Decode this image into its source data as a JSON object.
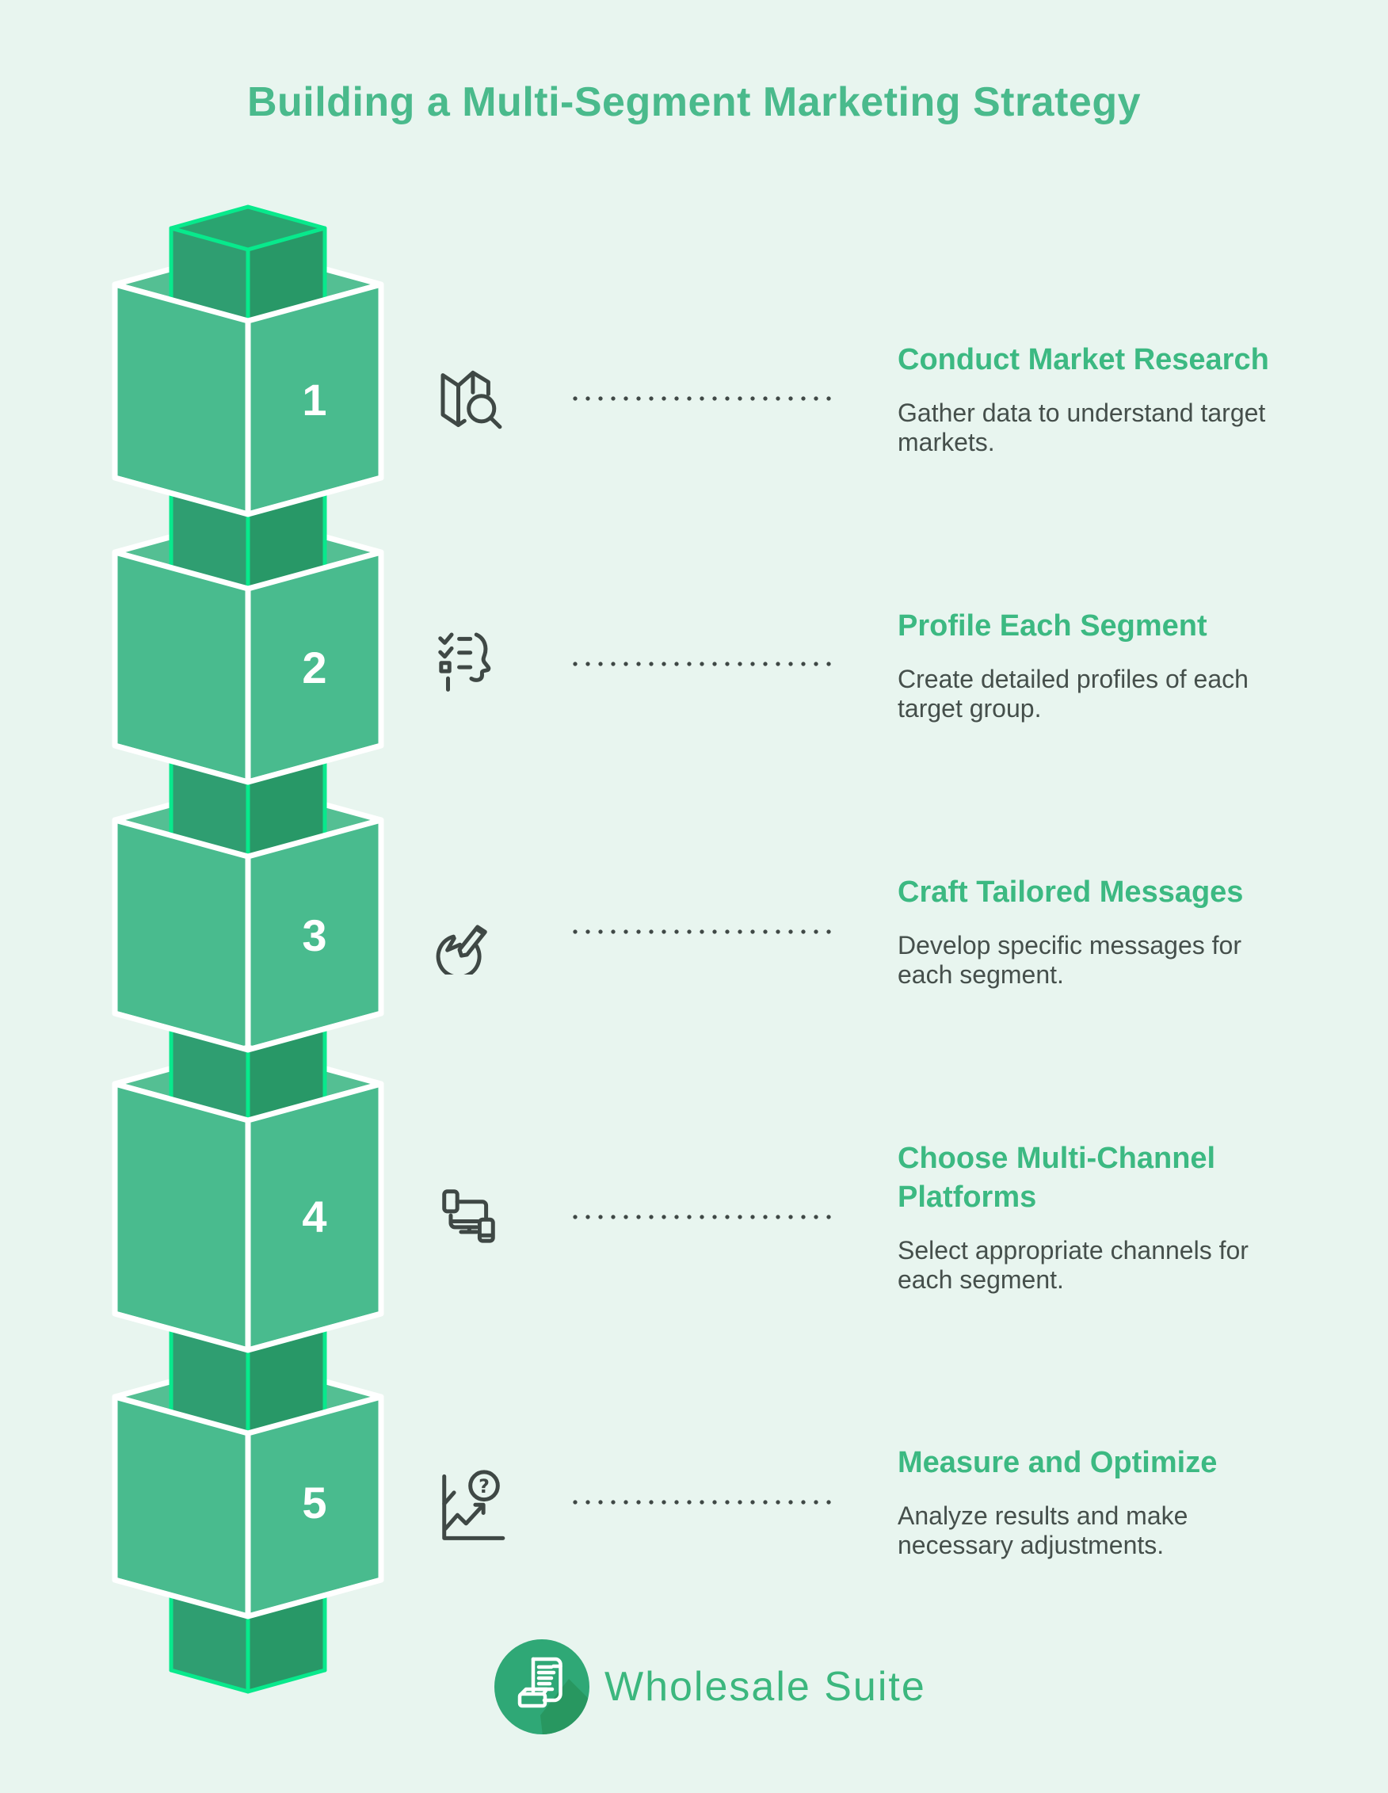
{
  "title": "Building a Multi-Segment Marketing Strategy",
  "steps": [
    {
      "num": "1",
      "title": [
        "Conduct Market Research"
      ],
      "desc": [
        "Gather data to understand target",
        "markets."
      ],
      "icon": "map-search-icon"
    },
    {
      "num": "2",
      "title": [
        "Profile Each Segment"
      ],
      "desc": [
        "Create detailed profiles of each",
        "target group."
      ],
      "icon": "segment-profile-icon"
    },
    {
      "num": "3",
      "title": [
        "Craft Tailored Messages"
      ],
      "desc": [
        "Develop specific messages for",
        "each segment."
      ],
      "icon": "tailored-message-icon"
    },
    {
      "num": "4",
      "title": [
        "Choose Multi-Channel",
        "Platforms"
      ],
      "desc": [
        "Select appropriate channels for",
        "each segment."
      ],
      "icon": "multi-channel-icon"
    },
    {
      "num": "5",
      "title": [
        "Measure and Optimize"
      ],
      "desc": [
        "Analyze results and make",
        "necessary adjustments."
      ],
      "icon": "measure-optimize-icon"
    }
  ],
  "footer": {
    "brand": "Wholesale Suite"
  },
  "colors": {
    "background": "#e8f5ef",
    "title_green": "#4aba8c",
    "heading_green": "#3cb982",
    "body_text": "#454f4b",
    "cube_top": "#54bf93",
    "cube_side": "#49bb8e",
    "dark_cube_top": "#2aa470",
    "dark_cube_left": "#2f9e71",
    "dark_cube_right": "#289867",
    "neon_edge": "#08e98c",
    "white_edge": "#ffffff",
    "logo_circle": "#2fa876",
    "logo_text": "#3cb77e"
  }
}
